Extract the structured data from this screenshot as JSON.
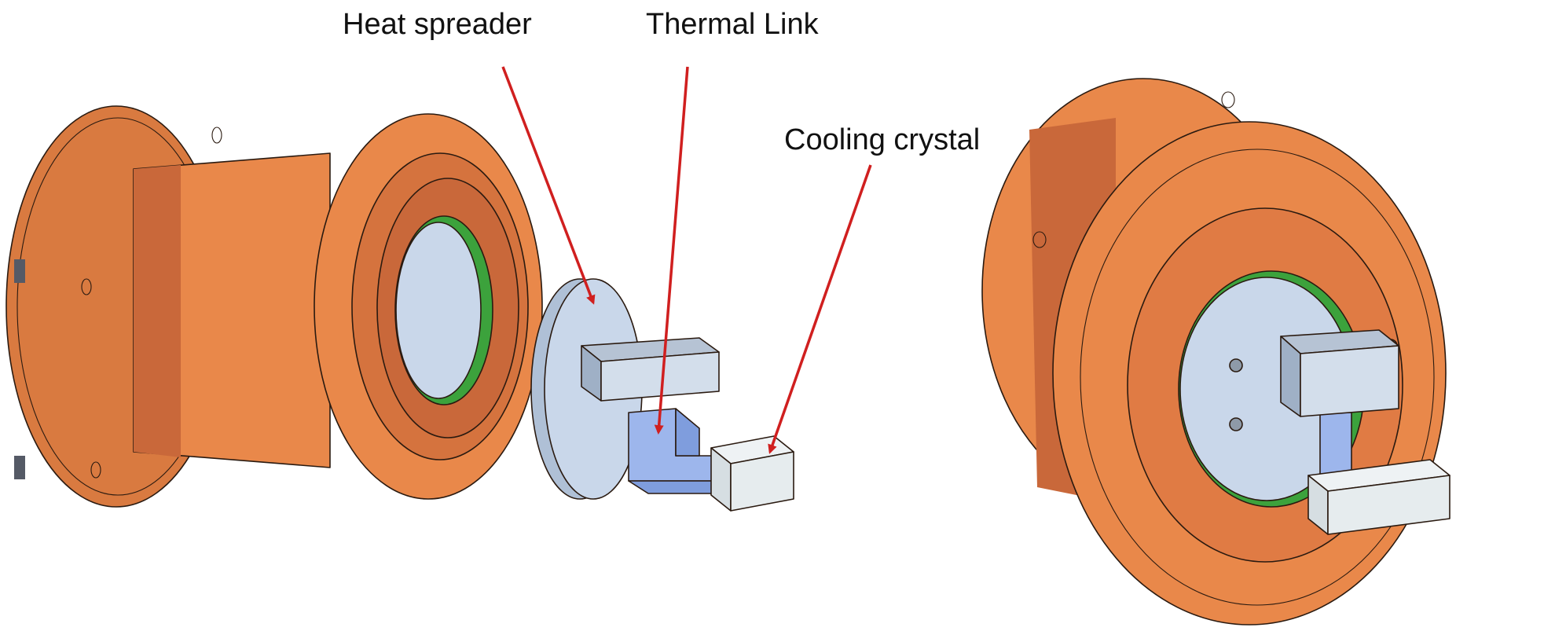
{
  "labels": {
    "heat_spreader": "Heat spreader",
    "thermal_link": "Thermal Link",
    "cooling_crystal": "Cooling crystal"
  },
  "colors": {
    "copper": "#E9884A",
    "copper_shade": "#C9683A",
    "copper_dark": "#A85428",
    "spreader": "#C9D7EA",
    "link": "#9DB6EC",
    "crystal": "#E6ECEE",
    "seal": "#3CA23C",
    "arrow": "#D01F1F"
  }
}
